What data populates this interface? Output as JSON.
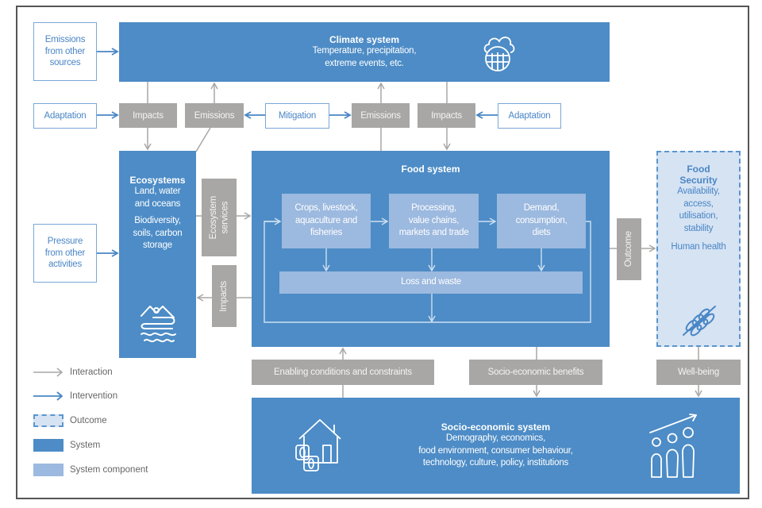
{
  "diagram": {
    "colors": {
      "system": "#4d8cc6",
      "system_component": "#9cb9df",
      "outcome_fill": "#d6e3f3",
      "outcome_border": "#5c95cd",
      "interaction_arrow": "#a9a7a5",
      "intervention_arrow": "#4a86c5",
      "label_box": "#a9a7a5"
    },
    "climate_system": {
      "title": "Climate system",
      "line1": "Temperature, precipitation,",
      "line2": "extreme events, etc.",
      "icon": "cloud-globe-icon"
    },
    "interventions": {
      "emissions_other": [
        "Emissions",
        "from other",
        "sources"
      ],
      "adaptation_left": "Adaptation",
      "mitigation": "Mitigation",
      "adaptation_right": "Adaptation",
      "pressure_other": [
        "Pressure",
        "from other",
        "activities"
      ]
    },
    "labels": {
      "impacts_left": "Impacts",
      "emissions_left": "Emissions",
      "emissions_right": "Emissions",
      "impacts_right": "Impacts",
      "ecosystem_services": [
        "Ecosystem",
        "services"
      ],
      "impacts_eco": "Impacts",
      "outcome": "Outcome",
      "enabling": "Enabling conditions and constraints",
      "socio_benefits": "Socio-economic benefits",
      "well_being": "Well-being"
    },
    "ecosystems": {
      "title": "Ecosystems",
      "line1": "Land, water",
      "line2": "and oceans",
      "line3": "Biodiversity,",
      "line4": "soils, carbon",
      "line5": "storage",
      "icon": "mountains-water-icon"
    },
    "food_system": {
      "title": "Food system",
      "components": [
        {
          "lines": [
            "Crops, livestock,",
            "aquaculture and",
            "fisheries"
          ]
        },
        {
          "lines": [
            "Processing,",
            "value chains,",
            "markets and trade"
          ]
        },
        {
          "lines": [
            "Demand,",
            "consumption,",
            "diets"
          ]
        }
      ],
      "loss_waste": "Loss and waste"
    },
    "food_security": {
      "title1": "Food",
      "title2": "Security",
      "line1": "Availability,",
      "line2": "access,",
      "line3": "utilisation,",
      "line4": "stability",
      "health": "Human health",
      "icon": "wheat-icon"
    },
    "socio_economic": {
      "title": "Socio-economic system",
      "line1": "Demography, economics,",
      "line2": "food environment, consumer behaviour,",
      "line3": "technology, culture, policy, institutions",
      "icon_left": "house-icon",
      "icon_right": "growing-people-icon"
    },
    "legend": [
      {
        "label": "Interaction",
        "kind": "grey-arrow"
      },
      {
        "label": "Intervention",
        "kind": "blue-arrow"
      },
      {
        "label": "Outcome",
        "kind": "dashed-box"
      },
      {
        "label": "System",
        "kind": "system-box"
      },
      {
        "label": "System component",
        "kind": "component-box"
      }
    ]
  }
}
